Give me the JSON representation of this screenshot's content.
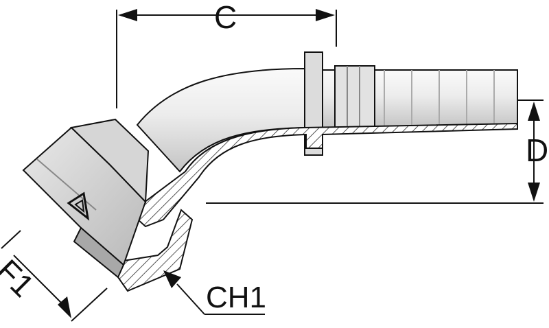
{
  "labels": {
    "c": "C",
    "d": "D",
    "ch1": "CH1",
    "f1": "F1"
  },
  "colors": {
    "line": "#111111",
    "metal_light": "#efefef",
    "metal_mid": "#cfcfcf",
    "metal_dark": "#9a9a9a",
    "hatch": "#555555"
  }
}
